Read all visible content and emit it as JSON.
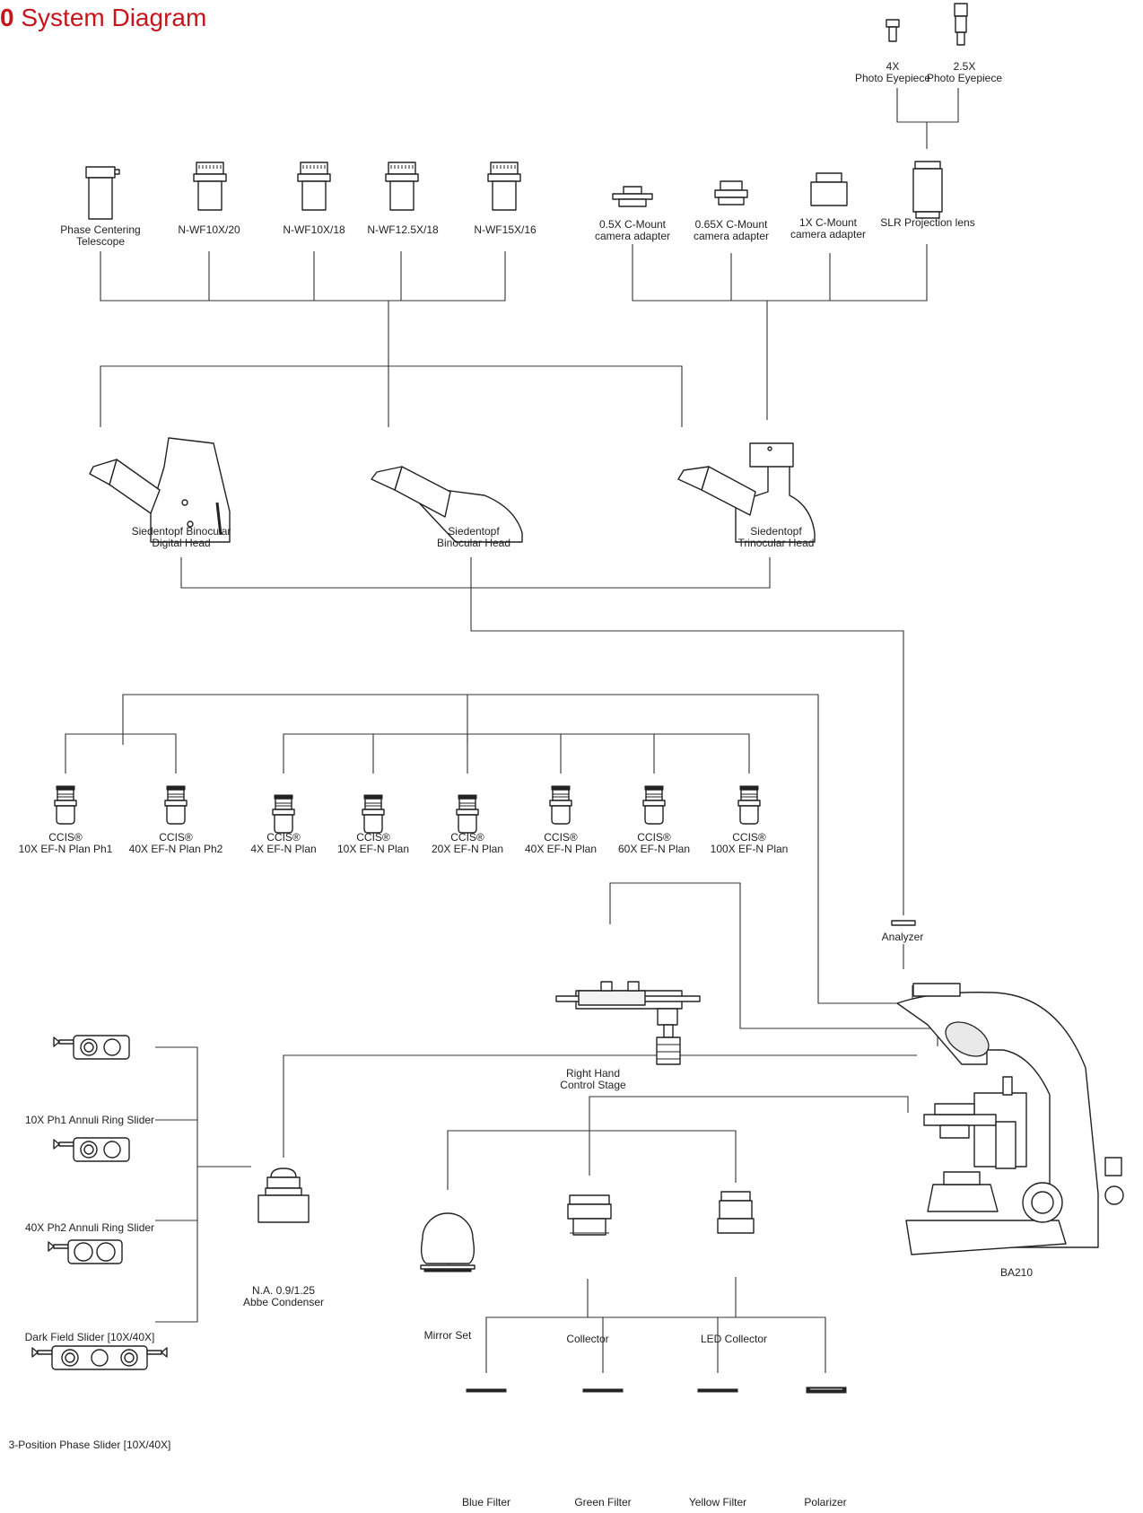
{
  "title": {
    "number": "0",
    "text": "System Diagram"
  },
  "colors": {
    "accent": "#c4161c",
    "line": "#333333"
  },
  "labels": {
    "photo_4x": [
      "4X",
      "Photo Eyepiece"
    ],
    "photo_25x": [
      "2.5X",
      "Photo Eyepiece"
    ],
    "phase_telescope": [
      "Phase Centering",
      "Telescope"
    ],
    "nwf10_20": [
      "N-WF10X/20"
    ],
    "nwf10_18": [
      "N-WF10X/18"
    ],
    "nwf125_18": [
      "N-WF12.5X/18"
    ],
    "nwf15_16": [
      "N-WF15X/16"
    ],
    "cmount_05": [
      "0.5X C-Mount",
      "camera adapter"
    ],
    "cmount_065": [
      "0.65X C-Mount",
      "camera adapter"
    ],
    "cmount_1": [
      "1X C-Mount",
      "camera adapter"
    ],
    "slr_lens": [
      "SLR Projection lens"
    ],
    "digital_head": [
      "Siedentopf Binocular",
      "Digital Head"
    ],
    "binocular_head": [
      "Siedentopf",
      "Binocular Head"
    ],
    "trinocular_head": [
      "Siedentopf",
      "Trinocular Head"
    ],
    "obj_10ph1": [
      "CCIS®",
      "10X EF-N Plan Ph1"
    ],
    "obj_40ph2": [
      "CCIS®",
      "40X EF-N Plan Ph2"
    ],
    "obj_4x": [
      "CCIS®",
      "4X EF-N Plan"
    ],
    "obj_10x": [
      "CCIS®",
      "10X EF-N Plan"
    ],
    "obj_20x": [
      "CCIS®",
      "20X EF-N Plan"
    ],
    "obj_40x": [
      "CCIS®",
      "40X EF-N Plan"
    ],
    "obj_60x": [
      "CCIS®",
      "60X EF-N Plan"
    ],
    "obj_100x": [
      "CCIS®",
      "100X EF-N Plan"
    ],
    "analyzer": [
      "Analyzer"
    ],
    "stage": [
      "Right Hand",
      "Control Stage"
    ],
    "slider_10ph1": [
      "10X Ph1 Annuli Ring Slider"
    ],
    "slider_40ph2": [
      "40X Ph2 Annuli Ring Slider"
    ],
    "slider_dark": [
      "Dark Field Slider [10X/40X]"
    ],
    "slider_3pos": [
      "3-Position Phase Slider [10X/40X]"
    ],
    "condenser": [
      "N.A. 0.9/1.25",
      "Abbe Condenser"
    ],
    "microscope": [
      "BA210"
    ],
    "mirror": [
      "Mirror Set"
    ],
    "collector": [
      "Collector"
    ],
    "led_collector": [
      "LED Collector"
    ],
    "blue_filter": [
      "Blue Filter"
    ],
    "green_filter": [
      "Green Filter"
    ],
    "yellow_filter": [
      "Yellow Filter"
    ],
    "polarizer": [
      "Polarizer"
    ]
  },
  "icons": {
    "photo_4x": "small-photo-eyepiece-icon",
    "photo_25x": "tall-photo-eyepiece-icon",
    "phase_telescope": "phase-telescope-icon",
    "eyepiece": "eyepiece-icon",
    "cmount": "c-mount-adapter-icon",
    "slr_lens": "slr-projection-lens-icon",
    "digital_head": "digital-head-icon",
    "binocular_head": "binocular-head-icon",
    "trinocular_head": "trinocular-head-icon",
    "objective": "objective-lens-icon",
    "analyzer": "analyzer-icon",
    "stage": "mechanical-stage-icon",
    "slider": "phase-slider-icon",
    "condenser": "condenser-icon",
    "microscope": "microscope-icon",
    "mirror": "mirror-icon",
    "collector": "collector-icon",
    "filter": "filter-icon"
  }
}
